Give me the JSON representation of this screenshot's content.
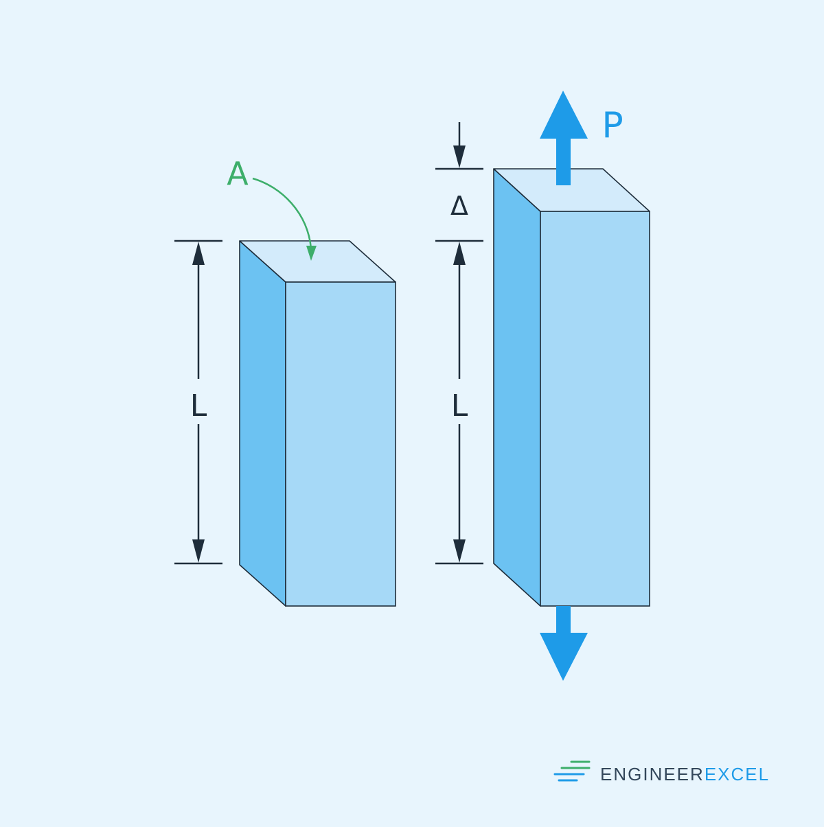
{
  "labels": {
    "area": "A",
    "length_left": "L",
    "length_right": "L",
    "elongation": "Δ",
    "force": "P"
  },
  "logo": {
    "part1": "ENGINEER",
    "part2": "EXCEL"
  },
  "colors": {
    "background": "#e8f5fd",
    "bar_front": "#a6d9f7",
    "bar_side": "#6cc2f2",
    "bar_top": "#d3ebfb",
    "outline": "#1e2d3b",
    "area_label": "#3dae6a",
    "force_arrow": "#1e9be8",
    "dimension": "#1e2d3b",
    "logo_dark": "#33475b",
    "logo_light": "#1e9be8"
  }
}
